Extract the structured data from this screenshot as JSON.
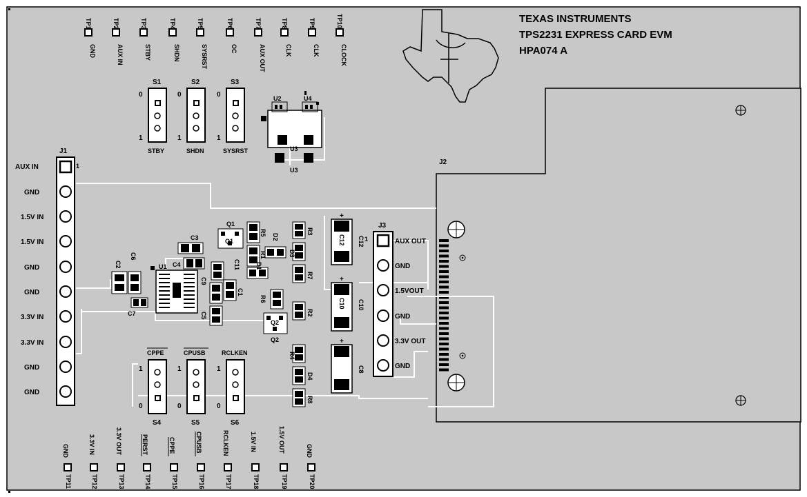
{
  "board": {
    "title_lines": [
      "TEXAS INSTRUMENTS",
      "TPS2231 EXPRESS CARD EVM",
      "HPA074 A"
    ],
    "colors": {
      "background": "#ffffff",
      "board": "#c8c8c8",
      "ink": "#000000",
      "trace": "#ffffff"
    }
  },
  "test_points_top": [
    {
      "id": "TP1",
      "label": "GND"
    },
    {
      "id": "TP2",
      "label": "AUX IN"
    },
    {
      "id": "TP3",
      "label": "STBY"
    },
    {
      "id": "TP4",
      "label": "SHDN"
    },
    {
      "id": "TP5",
      "label": "SYSRST"
    },
    {
      "id": "TP6",
      "label": "OC"
    },
    {
      "id": "TP7",
      "label": "AUX OUT"
    },
    {
      "id": "TP8",
      "label": "CLK"
    },
    {
      "id": "TP9",
      "label": "CLK"
    },
    {
      "id": "TP10",
      "label": "CLOCK"
    }
  ],
  "test_points_bottom": [
    {
      "id": "TP11",
      "label": "GND"
    },
    {
      "id": "TP12",
      "label": "3.3V IN"
    },
    {
      "id": "TP13",
      "label": "3.3V OUT"
    },
    {
      "id": "TP14",
      "label": "PERST"
    },
    {
      "id": "TP15",
      "label": "CPPE"
    },
    {
      "id": "TP16",
      "label": "CPUSB"
    },
    {
      "id": "TP17",
      "label": "RCLKEN"
    },
    {
      "id": "TP18",
      "label": "1.5V IN"
    },
    {
      "id": "TP19",
      "label": "1.5V OUT"
    },
    {
      "id": "TP20",
      "label": "GND"
    }
  ],
  "switches_top": [
    {
      "id": "S1",
      "name": "STBY"
    },
    {
      "id": "S2",
      "name": "SHDN"
    },
    {
      "id": "S3",
      "name": "SYSRST"
    }
  ],
  "switches_bottom": [
    {
      "id": "S4",
      "name": "CPPE"
    },
    {
      "id": "S5",
      "name": "CPUSB"
    },
    {
      "id": "S6",
      "name": "RCLKEN"
    }
  ],
  "switch_pos": {
    "zero": "0",
    "one": "1"
  },
  "j1": {
    "ref": "J1",
    "ref2": "J1",
    "pin1": "1",
    "pins": [
      "AUX IN",
      "GND",
      "1.5V IN",
      "1.5V IN",
      "GND",
      "GND",
      "3.3V IN",
      "3.3V IN",
      "GND",
      "GND"
    ]
  },
  "j3": {
    "ref": "J3",
    "ref2": "J3",
    "pin1": "1",
    "pins": [
      "AUX OUT",
      "GND",
      "1.5VOUT",
      "GND",
      "3.3V OUT",
      "GND"
    ]
  },
  "j2": {
    "ref": "J2"
  },
  "refs": {
    "U1": "U1",
    "U2": "U2",
    "U3": "U3",
    "U3b": "U3",
    "U4": "U4",
    "Q1": "Q1",
    "Q1b": "Q1",
    "Q2": "Q2",
    "Q2b": "Q2",
    "C1": "C1",
    "C2": "C2",
    "C3": "C3",
    "C4": "C4",
    "C5": "C5",
    "C6": "C6",
    "C7": "C7",
    "C8": "C8",
    "C9": "C9",
    "C10": "C10",
    "C10b": "C10",
    "C11": "C11",
    "C12": "C12",
    "C12b": "C12",
    "D1": "D1",
    "D2": "D2",
    "D3": "D3",
    "D4": "D4",
    "R1": "R1",
    "R2": "R2",
    "R3": "R3",
    "R4": "R4",
    "R5": "R5",
    "R6": "R6",
    "R7": "R7",
    "R8": "R8"
  }
}
